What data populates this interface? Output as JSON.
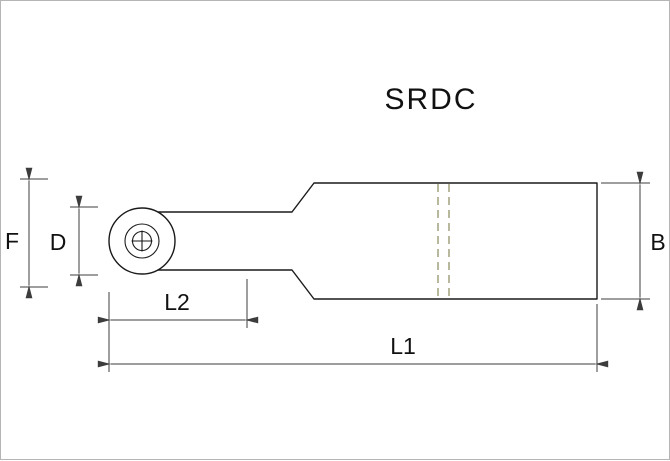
{
  "title": "SRDC",
  "drawing": {
    "labels": {
      "F": "F",
      "D": "D",
      "B": "B",
      "L2": "L2",
      "L1": "L1"
    }
  },
  "colors": {
    "outline": "#1a1a1a",
    "dimension": "#3c3c3c",
    "break_line": "#8a8a5e",
    "text": "#111111",
    "background": "#ffffff",
    "border": "#b5b5b5"
  }
}
